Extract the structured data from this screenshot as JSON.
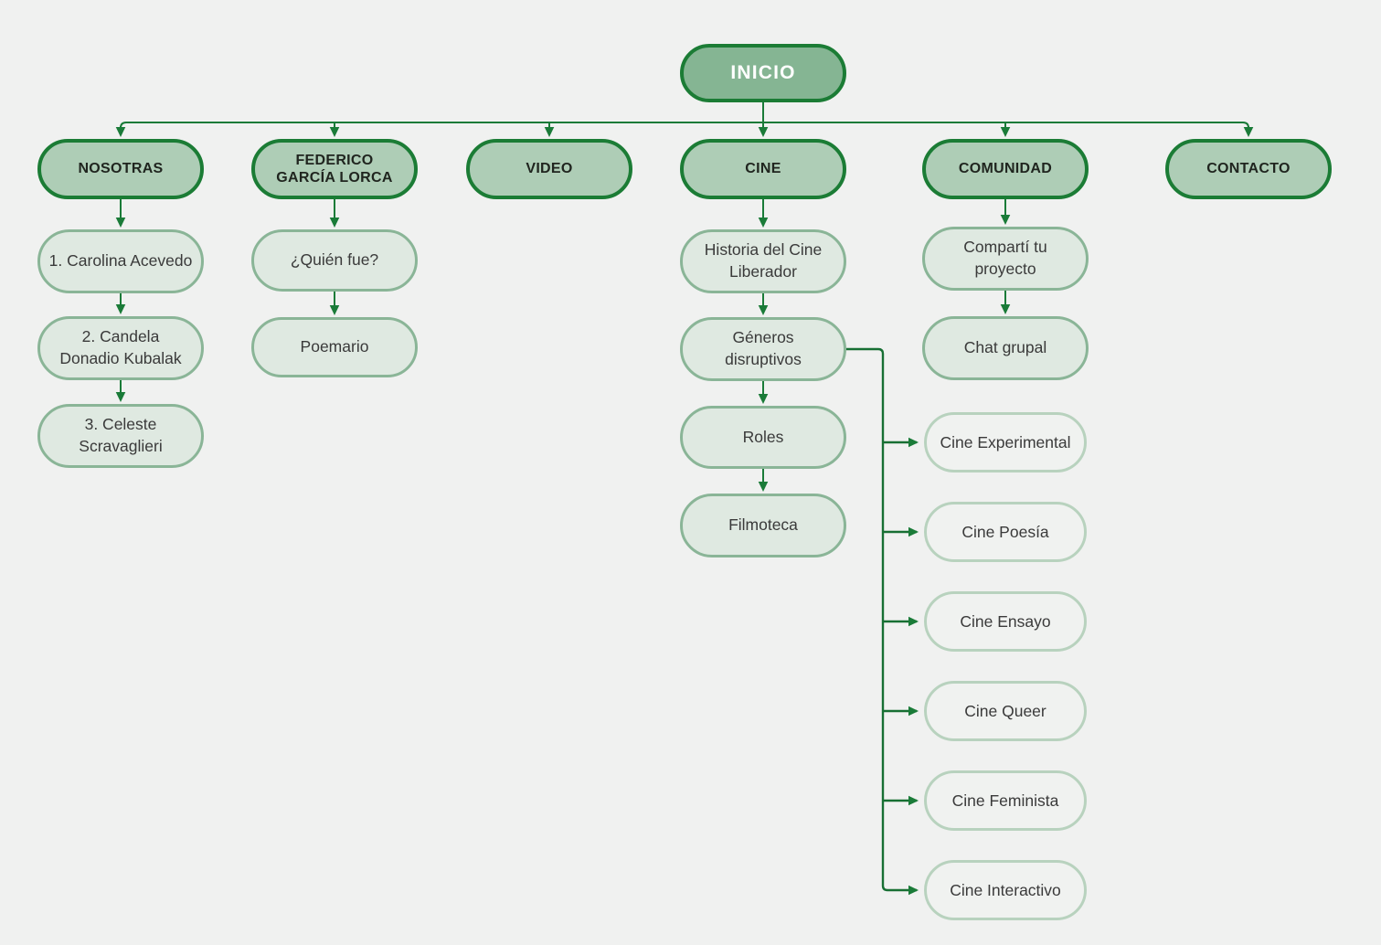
{
  "sitemap": {
    "root": "INICIO",
    "branches": [
      {
        "label": "NOSOTRAS",
        "children": [
          "1. Carolina Acevedo",
          "2. Candela\nDonadio Kubalak",
          "3. Celeste\nScravaglieri"
        ]
      },
      {
        "label": "FEDERICO\nGARCÍA LORCA",
        "children": [
          "¿Quién fue?",
          "Poemario"
        ]
      },
      {
        "label": "VIDEO",
        "children": []
      },
      {
        "label": "CINE",
        "children": [
          "Historia del Cine\nLiberador",
          "Géneros\ndisruptivos",
          "Roles",
          "Filmoteca"
        ],
        "genres": [
          "Cine Experimental",
          "Cine Poesía",
          "Cine Ensayo",
          "Cine Queer",
          "Cine Feminista",
          "Cine Interactivo"
        ]
      },
      {
        "label": "COMUNIDAD",
        "children": [
          "Compartí tu\nproyecto",
          "Chat grupal"
        ]
      },
      {
        "label": "CONTACTO",
        "children": []
      }
    ]
  },
  "colors": {
    "background": "#f0f1f0",
    "connector_green": "#1a7b38",
    "root_fill": "#85b593",
    "root_border": "#1b7c35",
    "root_text": "#ffffff",
    "section_fill": "#aecdb6",
    "section_border": "#1b7c35",
    "section_text": "#20251f",
    "subpage_fill": "#dfe9e1",
    "subpage_border": "#8ab597",
    "subpage_text": "#3a3a3a",
    "leaf_fill": "#f0f2f0",
    "leaf_border": "#b8d2be"
  }
}
